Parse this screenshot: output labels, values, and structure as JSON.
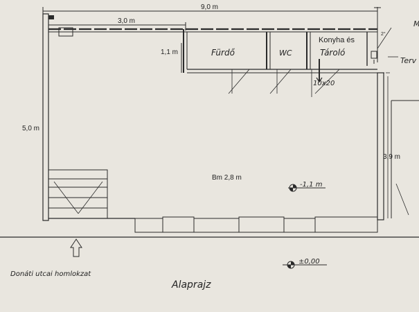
{
  "dimensions": {
    "total_width": "9,0 m",
    "left_width": "3,0 m",
    "strip_depth": "1,1 m",
    "left_depth": "5,0 m",
    "right_depth": "3,9 m"
  },
  "rooms": {
    "bathroom": "Fürdő",
    "wc": "WC",
    "kitchen_line1": "Konyha és",
    "kitchen_line2": "Tároló",
    "main_room": "Bm 2,8 m",
    "opening_size": "10x20"
  },
  "levels": {
    "floor_level": "-1,1 m",
    "ground_level": "±0,00"
  },
  "annotations": {
    "angle": "2°",
    "right_label_1": "M",
    "right_label_2": "Terv",
    "street_facade": "Donáti utcai homlokzat",
    "title": "Alaprajz"
  },
  "colors": {
    "paper": "#e9e6df",
    "ink": "#2a2a2a"
  }
}
